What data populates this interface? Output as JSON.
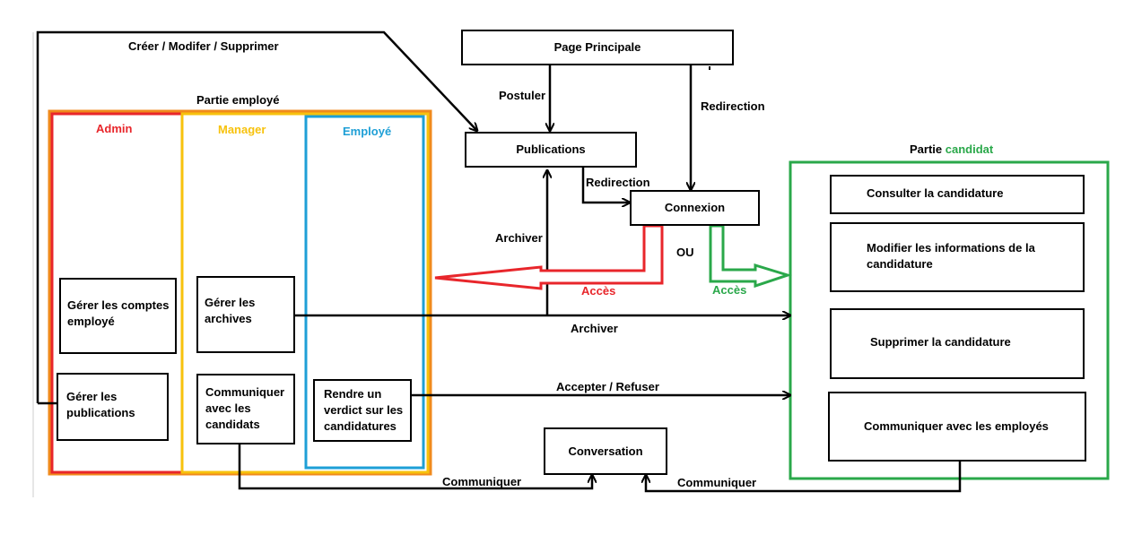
{
  "colors": {
    "admin": "#e8262b",
    "manager": "#f7c20d",
    "employe": "#1e9fd6",
    "candidat": "#2aa84a",
    "outer_orange": "#f08a1c",
    "line": "#000000"
  },
  "labels": {
    "creer": "Créer / Modifer / Supprimer",
    "partie_employe": "Partie employé",
    "admin": "Admin",
    "manager": "Manager",
    "employe": "Employé",
    "postuler": "Postuler",
    "redirection_1": "Redirection",
    "redirection_2": "Redirection",
    "archiver_1": "Archiver",
    "archiver_2": "Archiver",
    "ou": "OU",
    "acces_red": "Accès",
    "acces_green": "Accès",
    "partie_prefix": "Partie",
    "candidat": "candidat",
    "accepter": "Accepter / Refuser",
    "communiquer_1": "Communiquer",
    "communiquer_2": "Communiquer"
  },
  "boxes": {
    "page_principale": "Page Principale",
    "publications": "Publications",
    "connexion": "Connexion",
    "conversation": "Conversation",
    "gerer_comptes": "Gérer les comptes employé",
    "gerer_publications": "Gérer les publications",
    "gerer_archives": "Gérer les archives",
    "communiquer_candidats": "Communiquer avec les candidats",
    "rendre_verdict": "Rendre un verdict sur les candidatures",
    "consulter": "Consulter la candidature",
    "modifier": "Modifier les informations de la candidature",
    "supprimer": "Supprimer la candidature",
    "communiquer_employes": "Communiquer avec les employés"
  }
}
